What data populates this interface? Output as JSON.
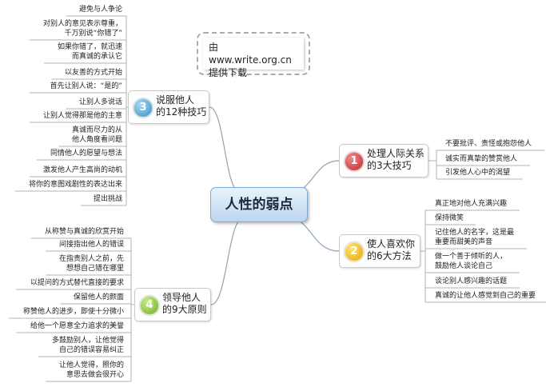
{
  "central": "人性的弱点",
  "note": [
    "由www.write.org.cn",
    "提供下载"
  ],
  "branches": {
    "b1": {
      "number": "1",
      "title": [
        "处理人际关系",
        "的3大技巧"
      ],
      "leaves": [
        "不要批评、责怪或抱怨他人",
        "诚实而真挚的赞赏他人",
        "引发他人心中的渴望"
      ]
    },
    "b2": {
      "number": "2",
      "title": [
        "使人喜欢你",
        "的6大方法"
      ],
      "leaves": [
        "真正地对他人充满兴趣",
        "保持微笑",
        "记住他人的名字，这是最\n重要而甜美的声音",
        "做一个善于倾听的人，\n鼓励他人谈论自己",
        "谈论别人感兴趣的话题",
        "真诚的让他人感觉到自己的重要"
      ]
    },
    "b3": {
      "number": "3",
      "title": [
        "说服他人",
        "的12种技巧"
      ],
      "leaves": [
        "避免与人争论",
        "对别人的意见表示尊重，\n千万别说“你错了”",
        "如果你错了，就迅速\n而真诚的承认它",
        "以友善的方式开始",
        "首先让别人说：“是的”",
        "让别人多说话",
        "让别人觉得那是他的主意",
        "真诚而尽力的从\n他人角度看问题",
        "同情他人的愿望与想法",
        "激发他人产生高尚的动机",
        "将你的意图戏剧性的表达出来",
        "提出挑战"
      ]
    },
    "b4": {
      "number": "4",
      "title": [
        "领导他人",
        "的9大原则"
      ],
      "leaves": [
        "从称赞与真诚的欣赏开始",
        "间接指出他人的错误",
        "在指责别人之前，先\n想想自己错在哪里",
        "以提问的方式替代直接的要求",
        "保留他人的颜面",
        "称赞他人的进步，即使十分微小",
        "给他一个愿意全力追求的美誉",
        "多鼓励别人，让他觉得\n自己的错误容易纠正",
        "让他人觉得，照你的\n意思去做会很开心"
      ]
    }
  }
}
